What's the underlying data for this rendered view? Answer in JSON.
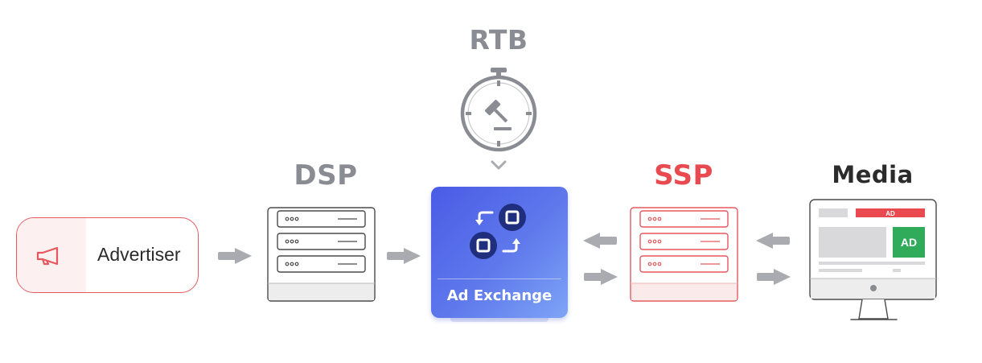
{
  "labels": {
    "rtb": "RTB",
    "dsp": "DSP",
    "ssp": "SSP",
    "media": "Media",
    "advertiser": "Advertiser",
    "ad_exchange": "Ad Exchange",
    "ad_banner": "AD",
    "ad_box": "AD"
  },
  "icons": {
    "advertiser": "megaphone-icon",
    "rtb": "stopwatch-gavel-icon",
    "exchange": "exchange-cycle-icon",
    "media": "monitor-icon"
  },
  "colors": {
    "gray_text": "#8a8c93",
    "ssp_red": "#e84a50",
    "dark_text": "#2b2b2b",
    "arrow_gray": "#a9abb1",
    "exchange_blue_start": "#4a5be6",
    "exchange_blue_end": "#7ea5f6",
    "ad_red": "#e84a50",
    "ad_green": "#2fab5a"
  }
}
